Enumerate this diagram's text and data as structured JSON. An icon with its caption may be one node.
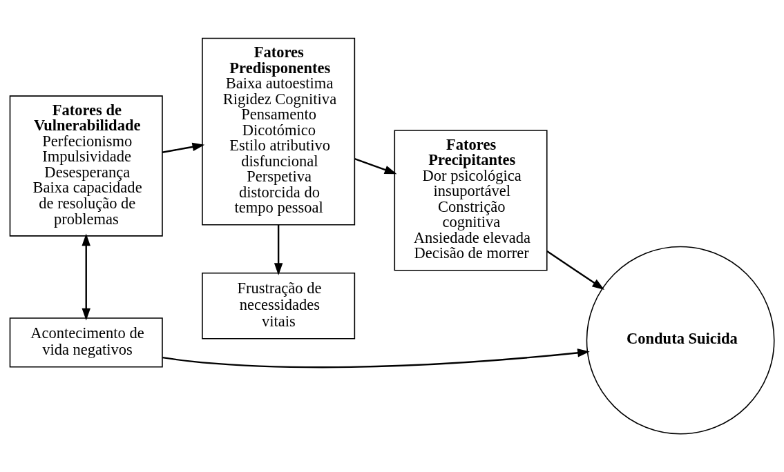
{
  "diagram": {
    "nodes": [
      {
        "text": [
          "Fatores de Vulnerabilidade",
          "Perfecionismo",
          "Impulsividade",
          "Desesperança",
          "Baixa capacidade de resolução de problemas"
        ]
      },
      {
        "text": [
          "Fatores Predisponentes",
          "Baixa autoestima",
          "Rigidez Cognitiva",
          "Pensamento Dicotómico",
          "Estilo atributivo disfuncional",
          "Perspetiva distorcida do tempo pessoal"
        ]
      },
      {
        "text": [
          "Fatores Precipitantes",
          "Dor psicológica insuportável",
          "Constrição cognitiva",
          "Ansiedade elevada",
          "Decisão de morrer"
        ]
      },
      {
        "text": [
          "Conduta Suicida"
        ]
      },
      {
        "text": [
          "Acontecimento de vida negativos"
        ]
      },
      {
        "text": [
          "Frustração de necessidades vitais"
        ]
      }
    ],
    "edges": [
      {
        "from": 0,
        "to": 1,
        "arrow": "to"
      },
      {
        "from": 1,
        "to": 2,
        "arrow": "to"
      },
      {
        "from": 2,
        "to": 3,
        "arrow": "to"
      },
      {
        "from": 0,
        "to": 4,
        "arrow": "both"
      },
      {
        "from": 1,
        "to": 5,
        "arrow": "to"
      },
      {
        "from": 4,
        "to": 3,
        "arrow": "to"
      }
    ]
  }
}
